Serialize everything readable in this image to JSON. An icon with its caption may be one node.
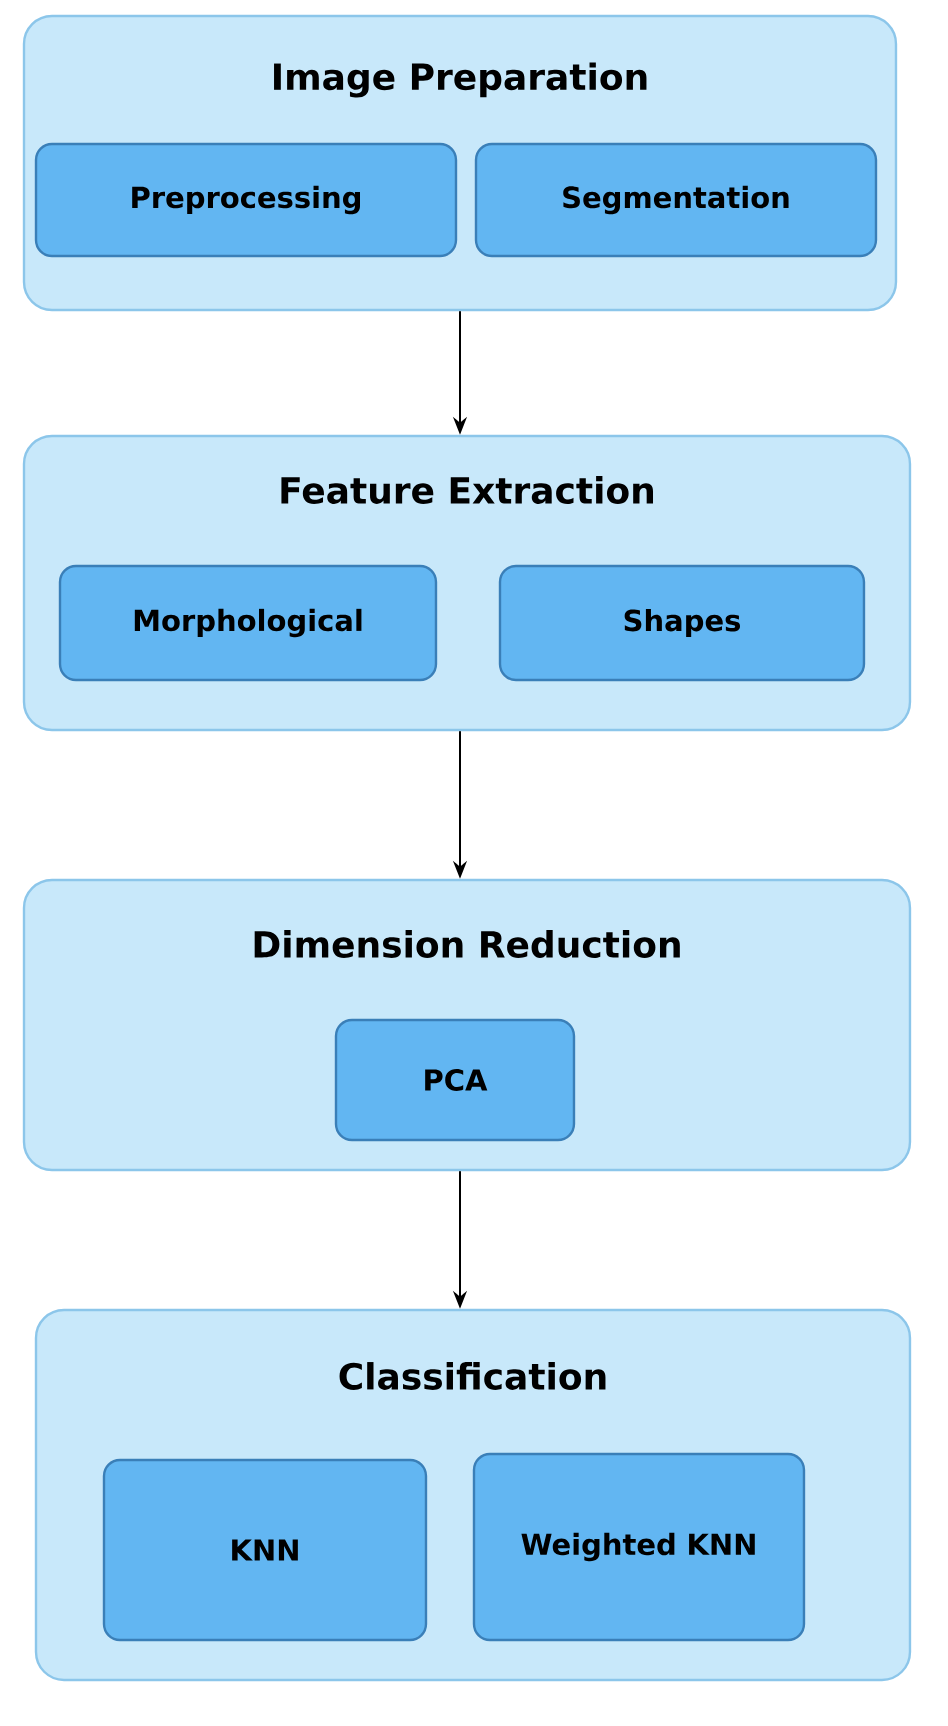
{
  "diagram": {
    "nodes": [
      {
        "text": [
          "Image Preparation"
        ]
      },
      {
        "text": [
          "Preprocessing"
        ],
        "in": 0
      },
      {
        "text": [
          "Segmentation"
        ],
        "in": 0
      },
      {
        "text": [
          "Feature Extraction"
        ]
      },
      {
        "text": [
          "Morphological"
        ],
        "in": 3
      },
      {
        "text": [
          "Shapes"
        ],
        "in": 3
      },
      {
        "text": [
          "Dimension Reduction"
        ]
      },
      {
        "text": [
          "PCA"
        ],
        "in": 6
      },
      {
        "text": [
          "Classification"
        ]
      },
      {
        "text": [
          "KNN"
        ],
        "in": 8
      },
      {
        "text": [
          "Weighted KNN"
        ],
        "in": 8
      }
    ],
    "edges": [
      {
        "from": 0,
        "to": 3,
        "arrow": "to"
      },
      {
        "from": 3,
        "to": 6,
        "arrow": "to"
      },
      {
        "from": 6,
        "to": 8,
        "arrow": "to"
      }
    ]
  }
}
